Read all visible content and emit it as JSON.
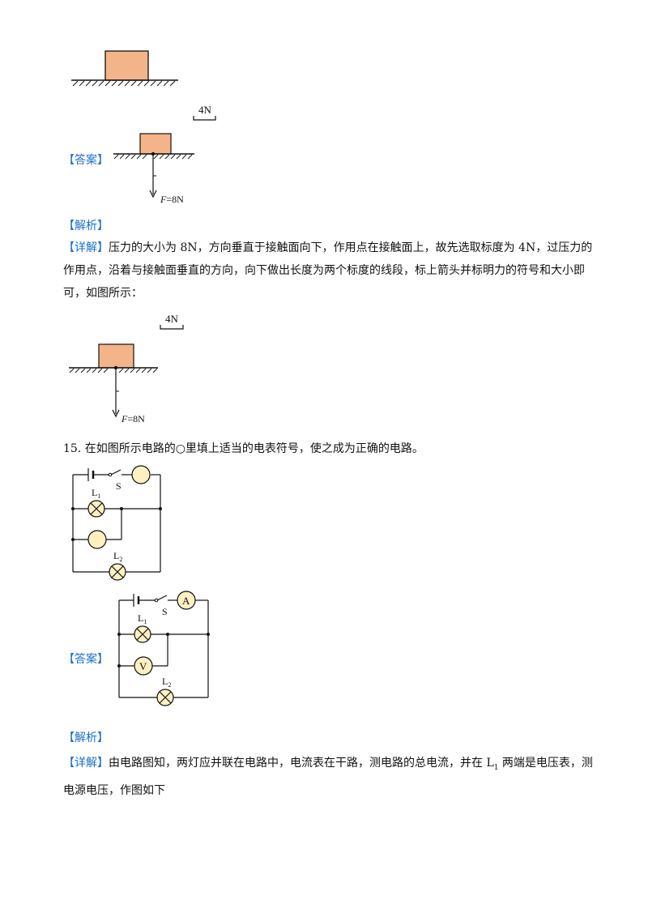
{
  "problem14": {
    "scale_label": "4N",
    "force_label_var": "F",
    "force_label_val": "=8N"
  },
  "answer_tag": "【答案】",
  "analysis_tag": "【解析】",
  "detail14": {
    "tag": "【详解】",
    "line1": "压力的大小为 8N，方向垂直于接触面向下，作用点在接触面上，故先选取标度为 4N，过压力的",
    "line2": "作用点，沿着与接触面垂直的方向，向下做出长度为两个标度的线段，标上箭头并标明力的符号和大小即",
    "line3": "可，如图所示："
  },
  "problem15": {
    "text": "15. 在如图所示电路的○里填上适当的电表符号，使之成为正确的电路。",
    "switch_label": "S",
    "lamp1": "L",
    "lamp1_sub": "1",
    "lamp2": "L",
    "lamp2_sub": "2",
    "ammeter": "A",
    "voltmeter": "V"
  },
  "detail15": {
    "tag": "【详解】",
    "line1a": "由电路图知，两灯应并联在电路中，电流表在干路，测电路的总电流，并在 L",
    "line1_sub": "1",
    "line1b": " 两端是电压表，测",
    "line2": "电源电压，作图如下"
  }
}
